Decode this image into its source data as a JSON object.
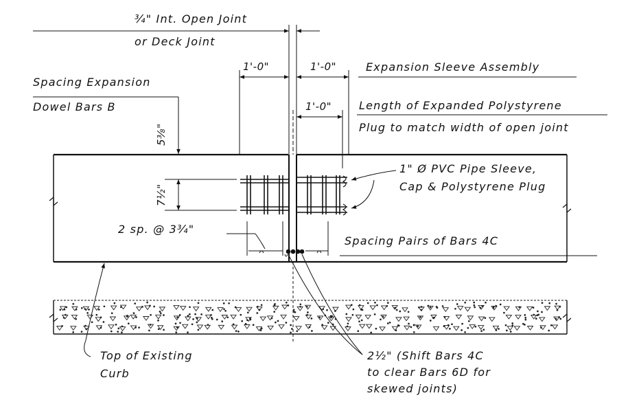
{
  "labels": {
    "open_joint_1": "¾\" Int. Open Joint",
    "open_joint_2": "or Deck Joint",
    "spacing_exp_1": "Spacing Expansion",
    "spacing_exp_2": "Dowel Bars B",
    "dim_1ft_left": "1'-0\"",
    "dim_1ft_right": "1'-0\"",
    "dim_1ft_lower": "1'-0\"",
    "sleeve_assembly": "Expansion Sleeve Assembly",
    "polystyrene_1": "Length of Expanded Polystyrene",
    "polystyrene_2": "Plug to match width of open joint",
    "dim_5_3_8": "5⅜\"",
    "dim_7_1_2": "7½\"",
    "pvc_1": "1\" Ø PVC Pipe Sleeve,",
    "pvc_2": "Cap & Polystyrene Plug",
    "two_sp": "2 sp. @ 3¾\"",
    "spacing_pairs": "Spacing Pairs of Bars 4C",
    "top_existing_1": "Top of Existing",
    "top_existing_2": "Curb",
    "shift_1": "2½\" (Shift Bars 4C",
    "shift_2": "to clear Bars 6D for",
    "shift_3": "skewed joints)"
  },
  "colors": {
    "line": "#111111",
    "background": "#ffffff"
  }
}
